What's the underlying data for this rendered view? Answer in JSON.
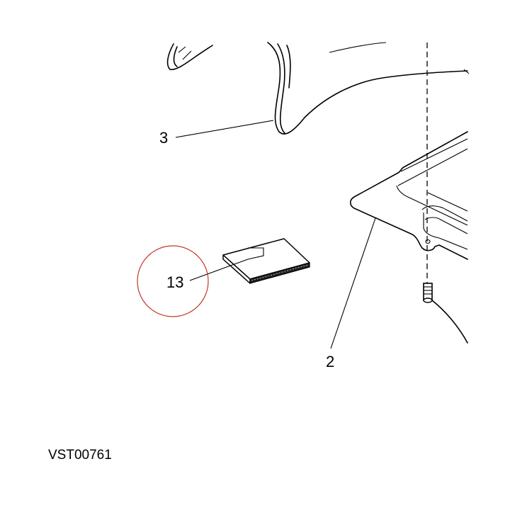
{
  "callouts": {
    "part_3": "3",
    "part_2": "2",
    "part_13": "13"
  },
  "highlight": {
    "target": "13",
    "color": "#c0392b"
  },
  "figure_code": "VST00761"
}
